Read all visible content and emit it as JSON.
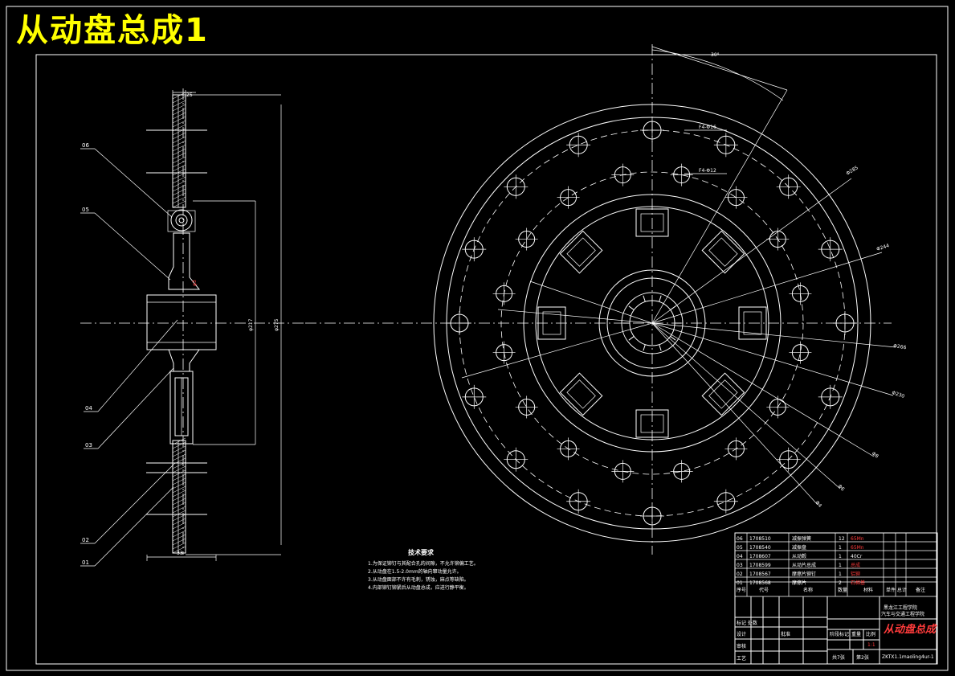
{
  "title": "从动盘总成1",
  "left_view": {
    "top_dim": "25",
    "bottom_dim": "33",
    "dia_inner": "φ217",
    "dia_outer": "φ275",
    "small_label": "φ3",
    "leaders": [
      "06",
      "05",
      "04",
      "03",
      "02",
      "01"
    ]
  },
  "right_view": {
    "angle": "30°",
    "holes_outer": "F4-Φ16",
    "holes_inner": "F4-Φ12",
    "diameters": [
      "Φ285",
      "Φ244",
      "Φ266",
      "Φ230",
      "Φ8",
      "Φ6",
      "Φ4"
    ]
  },
  "notes": {
    "title": "技术要求",
    "lines": [
      "1.为保证铆钉与其配合孔的间隙，不允许铆偏工艺。",
      "2.从动盘在1.5-2.0mm的轴向窜动量允许。",
      "3.从动盘面部不许有毛刺，锈蚀，麻点等缺陷。",
      "4.内部铆钉铆紧后从动盘总成，应进行静平衡。"
    ]
  },
  "parts": [
    {
      "no": "06",
      "code": "1708510",
      "name": "减振弹簧",
      "qty": "12",
      "material": "65Mn",
      "note": ""
    },
    {
      "no": "05",
      "code": "1708540",
      "name": "减振盘",
      "qty": "1",
      "material": "65Mn",
      "note": ""
    },
    {
      "no": "04",
      "code": "1708607",
      "name": "从动毂",
      "qty": "1",
      "material": "40Cr",
      "note": ""
    },
    {
      "no": "03",
      "code": "1708599",
      "name": "从动片总成",
      "qty": "1",
      "material": "总成",
      "note": ""
    },
    {
      "no": "02",
      "code": "1708567",
      "name": "摩擦片铆钉",
      "qty": "1",
      "material": "铝铆",
      "note": ""
    },
    {
      "no": "01",
      "code": "1708568",
      "name": "摩擦片",
      "qty": "2",
      "material": "石棉基",
      "note": ""
    }
  ],
  "table_header": [
    "序号",
    "代号",
    "名称",
    "数量",
    "材料",
    "单件 总计",
    "备注"
  ],
  "title_block": {
    "school": "黑龙江工程学院",
    "dept": "汽车与交通工程学院",
    "drawing_name": "从动盘总成",
    "drawing_no": "ZKTX1.1maoling4ur-1",
    "scale_label": "比例",
    "scale": "1:1",
    "stage_label": "阶段标记",
    "weight_label": "重量",
    "sheet": "共7张",
    "sheet_no": "第2张",
    "rows": [
      "标记 处数",
      "设计",
      "审核",
      "工艺"
    ],
    "date_label": "批准"
  }
}
